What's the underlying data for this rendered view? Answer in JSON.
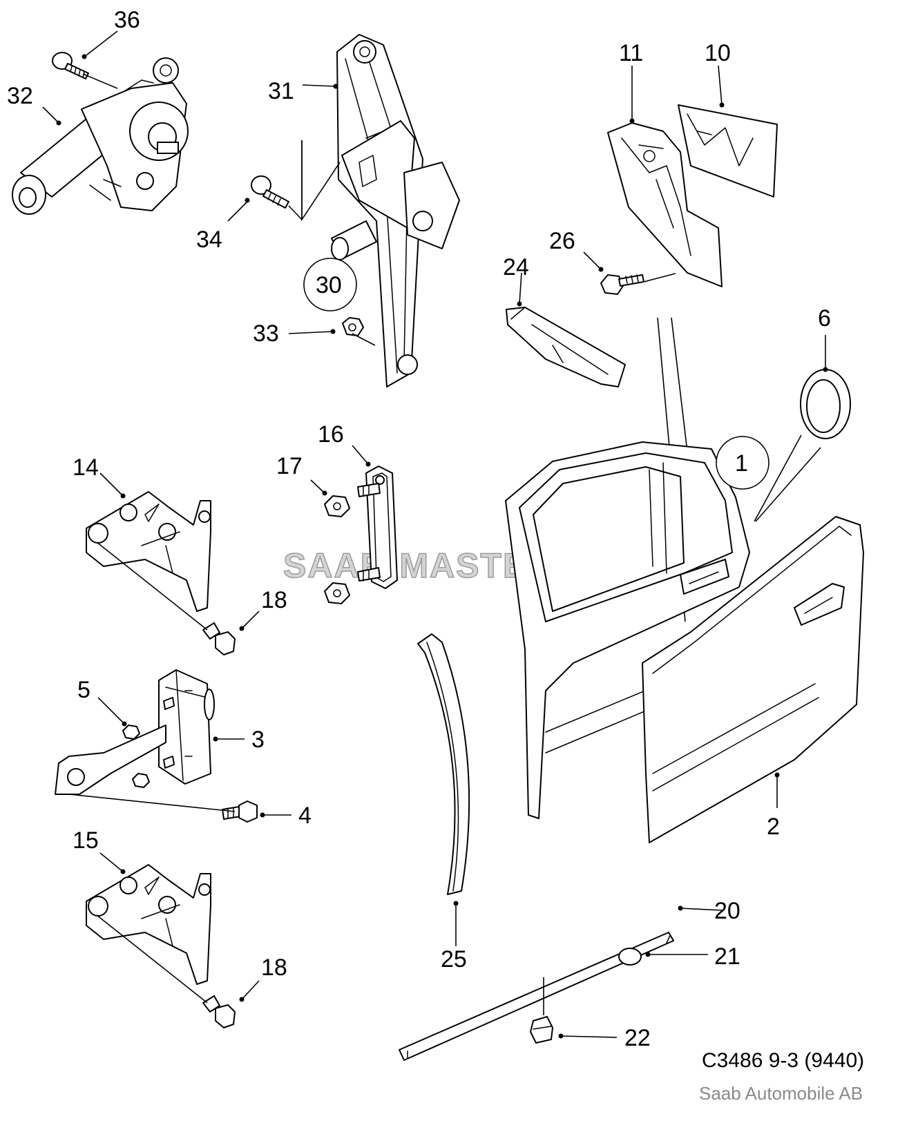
{
  "watermark": "SAAB-MASTER",
  "reference_code": "C3486 9-3 (9440)",
  "credit": "Saab Automobile AB",
  "callouts": {
    "c1": "1",
    "c2": "2",
    "c3": "3",
    "c4": "4",
    "c5": "5",
    "c6": "6",
    "c10": "10",
    "c11": "11",
    "c14": "14",
    "c15": "15",
    "c16": "16",
    "c17": "17",
    "c18a": "18",
    "c18b": "18",
    "c20": "20",
    "c21": "21",
    "c22": "22",
    "c24": "24",
    "c25": "25",
    "c26": "26",
    "c30": "30",
    "c31": "31",
    "c32": "32",
    "c33": "33",
    "c34": "34",
    "c36": "36"
  }
}
